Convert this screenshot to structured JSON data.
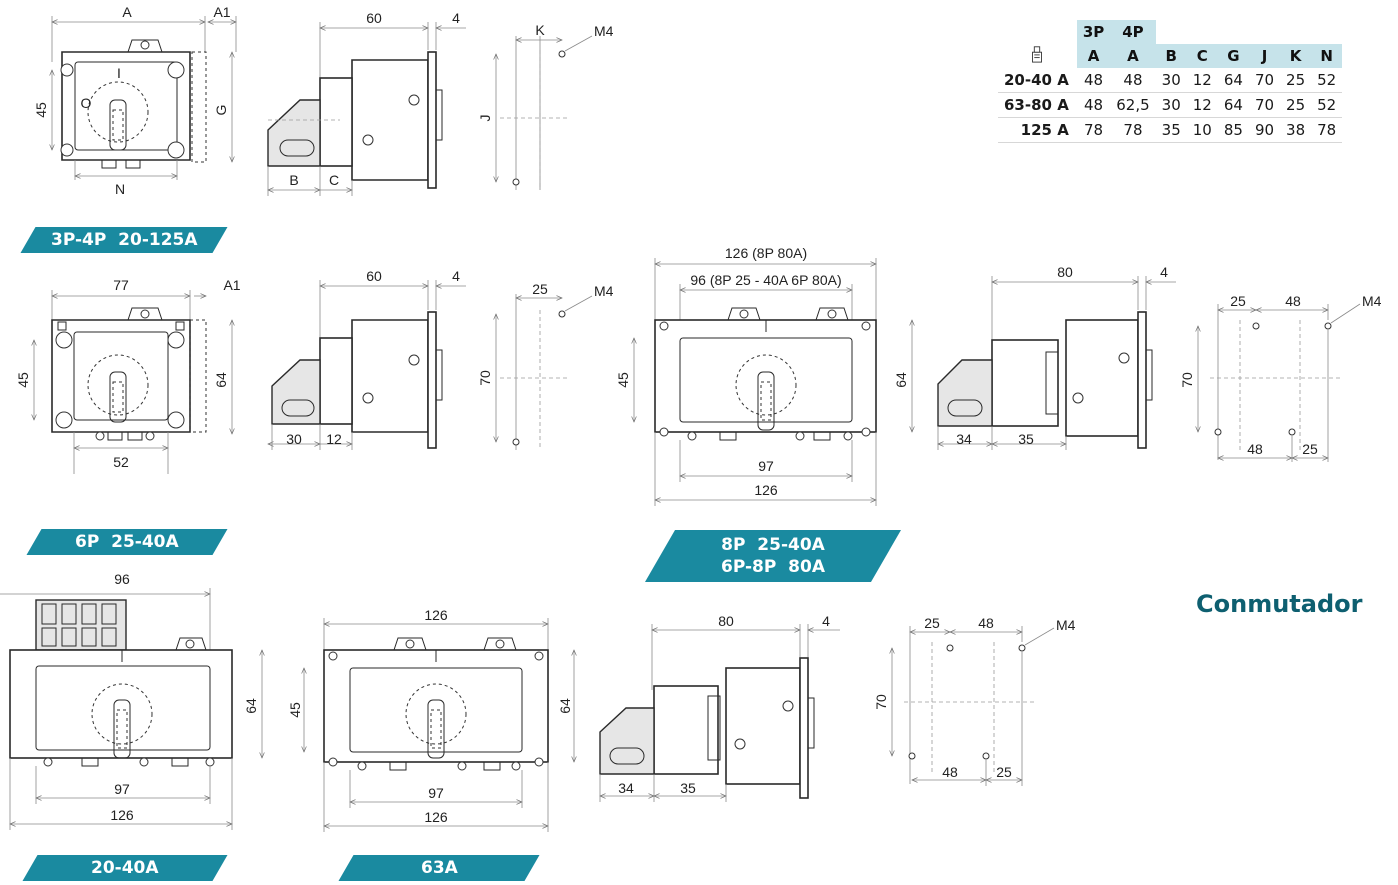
{
  "section_title": "Conmutador",
  "banners": {
    "b1": "3P-4P  20-125A",
    "b2": "6P  25-40A",
    "b3": "8P  25-40A\n6P-8P  80A",
    "b4": "20-40A",
    "b5": "63A"
  },
  "table": {
    "icon": "switch-icon",
    "top_headers": [
      "3P",
      "4P"
    ],
    "col_headers": [
      "A",
      "A",
      "B",
      "C",
      "G",
      "J",
      "K",
      "N"
    ],
    "rows": [
      {
        "label": "20-40 A",
        "values": [
          "48",
          "48",
          "30",
          "12",
          "64",
          "70",
          "25",
          "52"
        ]
      },
      {
        "label": "63-80 A",
        "values": [
          "48",
          "62,5",
          "30",
          "12",
          "64",
          "70",
          "25",
          "52"
        ]
      },
      {
        "label": "125 A",
        "values": [
          "78",
          "78",
          "35",
          "10",
          "85",
          "90",
          "38",
          "78"
        ]
      }
    ]
  },
  "row1": {
    "front": {
      "a": "A",
      "a1": "A1",
      "h": "45",
      "g": "G",
      "n": "N",
      "pos_on": "I",
      "pos_off": "O"
    },
    "side": {
      "top": "60",
      "top2": "4",
      "b": "B",
      "c": "C"
    },
    "holes": {
      "k": "K",
      "m": "M4",
      "j": "J"
    }
  },
  "row2": {
    "front": {
      "a": "77",
      "a1": "A1",
      "h": "45",
      "g": "64",
      "n": "52"
    },
    "side": {
      "top": "60",
      "top2": "4",
      "b": "30",
      "c": "12"
    },
    "holes": {
      "k": "25",
      "m": "M4",
      "j": "70"
    },
    "wide": {
      "t1": "126 (8P 80A)",
      "t2": "96 (8P 25 - 40A 6P 80A)",
      "h": "45",
      "g": "64",
      "b1": "97",
      "b2": "126"
    },
    "side2": {
      "top": "80",
      "top2": "4",
      "b": "34",
      "c": "35"
    },
    "holes2": {
      "k": "25",
      "k2": "48",
      "m": "M4",
      "j": "70",
      "b1": "48",
      "b2": "25"
    }
  },
  "row3": {
    "front1": {
      "top": "96",
      "g": "64",
      "b1": "97",
      "b2": "126"
    },
    "front2": {
      "top": "126",
      "h": "45",
      "g": "64",
      "b1": "97",
      "b2": "126"
    },
    "side": {
      "top": "80",
      "top2": "4",
      "b": "34",
      "c": "35"
    },
    "holes": {
      "k": "25",
      "k2": "48",
      "m": "M4",
      "j": "70",
      "b1": "48",
      "b2": "25"
    }
  }
}
